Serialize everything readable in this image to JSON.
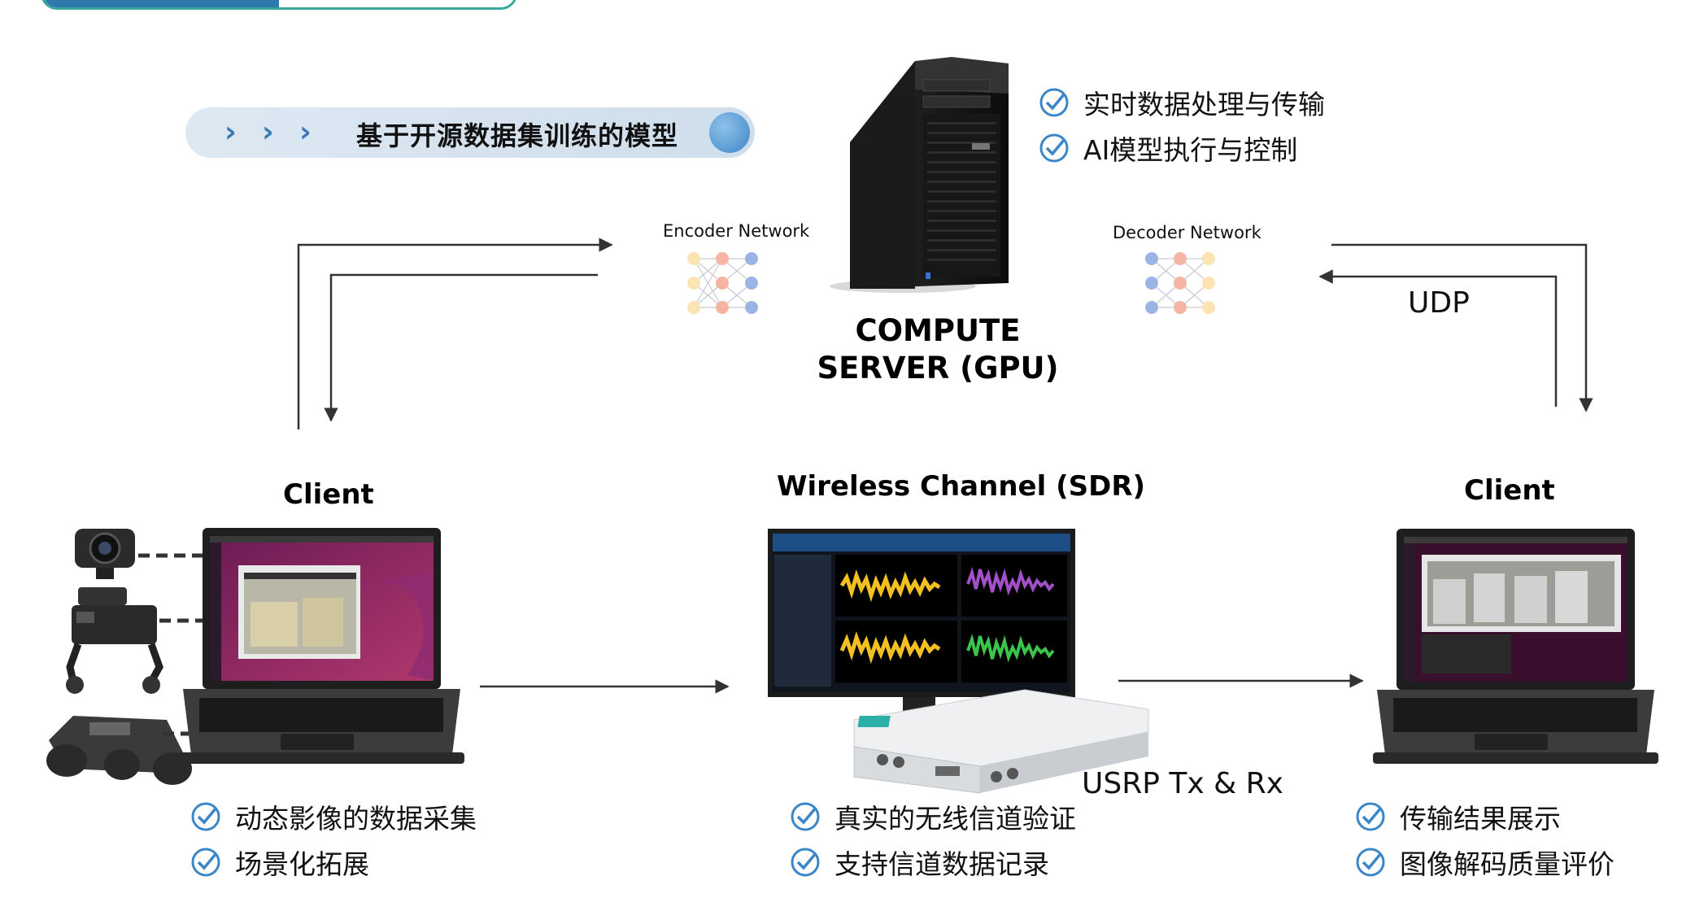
{
  "pill": {
    "title": "基于开源数据集训练的模型"
  },
  "server": {
    "line1": "COMPUTE",
    "line2": "SERVER (GPU)",
    "features": [
      "实时数据处理与传输",
      "AI模型执行与控制"
    ]
  },
  "encoder": {
    "label": "Encoder Network"
  },
  "decoder": {
    "label": "Decoder Network"
  },
  "udp": {
    "label": "UDP"
  },
  "client_left": {
    "title": "Client",
    "features": [
      "动态影像的数据采集",
      "场景化拓展"
    ]
  },
  "channel": {
    "title": "Wireless  Channel (SDR)",
    "features": [
      "真实的无线信道验证",
      "支持信道数据记录"
    ]
  },
  "usrp": {
    "label": "USRP Tx & Rx"
  },
  "client_right": {
    "title": "Client",
    "features": [
      "传输结果展示",
      "图像解码质量评价"
    ]
  },
  "colors": {
    "accent": "#3a78b7",
    "check": "#3b86c8",
    "wave_yellow": "#f2c020",
    "wave_purple": "#a24fc8",
    "wave_green": "#3bc54a"
  }
}
